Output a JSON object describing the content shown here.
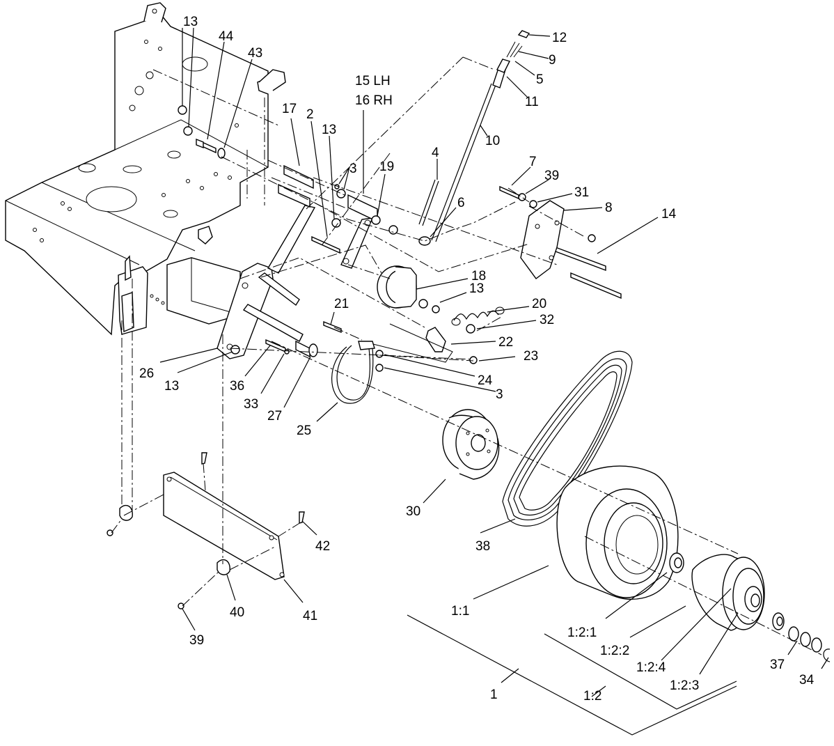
{
  "callouts": {
    "c13a": "13",
    "c44": "44",
    "c43": "43",
    "c15": "15 LH",
    "c16": "16 RH",
    "c12": "12",
    "c9": "9",
    "c5": "5",
    "c11": "11",
    "c10": "10",
    "c17": "17",
    "c2": "2",
    "c13b": "13",
    "c3a": "3",
    "c19": "19",
    "c4": "4",
    "c7": "7",
    "c39a": "39",
    "c31": "31",
    "c8": "8",
    "c14": "14",
    "c6": "6",
    "c18": "18",
    "c13c": "13",
    "c20": "20",
    "c21": "21",
    "c32": "32",
    "c22": "22",
    "c23": "23",
    "c26": "26",
    "c13d": "13",
    "c36": "36",
    "c24": "24",
    "c3b": "3",
    "c33": "33",
    "c27": "27",
    "c25": "25",
    "c30": "30",
    "c38": "38",
    "c42": "42",
    "c40": "40",
    "c41": "41",
    "c39b": "39",
    "c1_1": "1:1",
    "c1_2_1": "1:2:1",
    "c1_2_2": "1:2:2",
    "c1_2_4": "1:2:4",
    "c1_2_3": "1:2:3",
    "c37": "37",
    "c34": "34",
    "c1": "1",
    "c1_2": "1:2"
  }
}
